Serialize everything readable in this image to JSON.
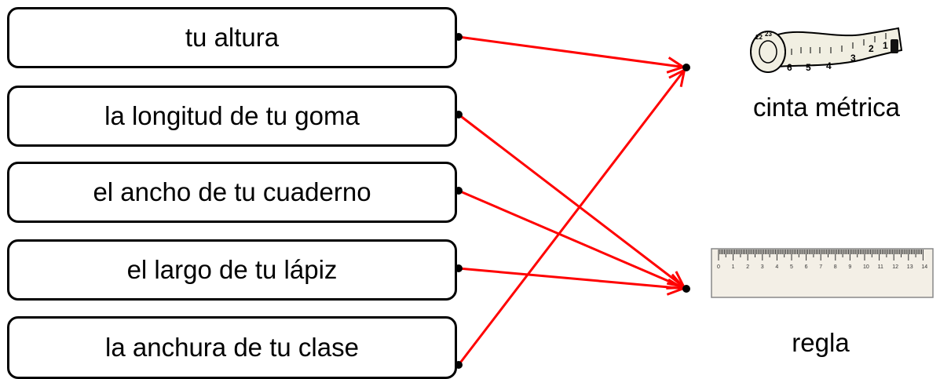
{
  "items": [
    {
      "label": "tu altura",
      "target": "cinta"
    },
    {
      "label": "la longitud de tu goma",
      "target": "regla"
    },
    {
      "label": "el ancho de tu cuaderno",
      "target": "regla"
    },
    {
      "label": "el largo de tu lápiz",
      "target": "regla"
    },
    {
      "label": "la anchura de tu clase",
      "target": "cinta"
    }
  ],
  "targets": {
    "cinta": {
      "label": "cinta métrica",
      "icon": "measuring-tape-icon"
    },
    "regla": {
      "label": "regla",
      "icon": "ruler-icon"
    }
  },
  "tape_numbers": [
    "22",
    "23",
    "6",
    "5",
    "4",
    "3",
    "2",
    "1"
  ],
  "ruler_numbers": [
    "0",
    "1",
    "2",
    "3",
    "4",
    "5",
    "6",
    "7",
    "8",
    "9",
    "10",
    "11",
    "12",
    "13",
    "14"
  ],
  "colors": {
    "arrow": "#ff0000",
    "box_border": "#000000",
    "tape": "#f1efe2",
    "ruler": "#f3efe6"
  }
}
